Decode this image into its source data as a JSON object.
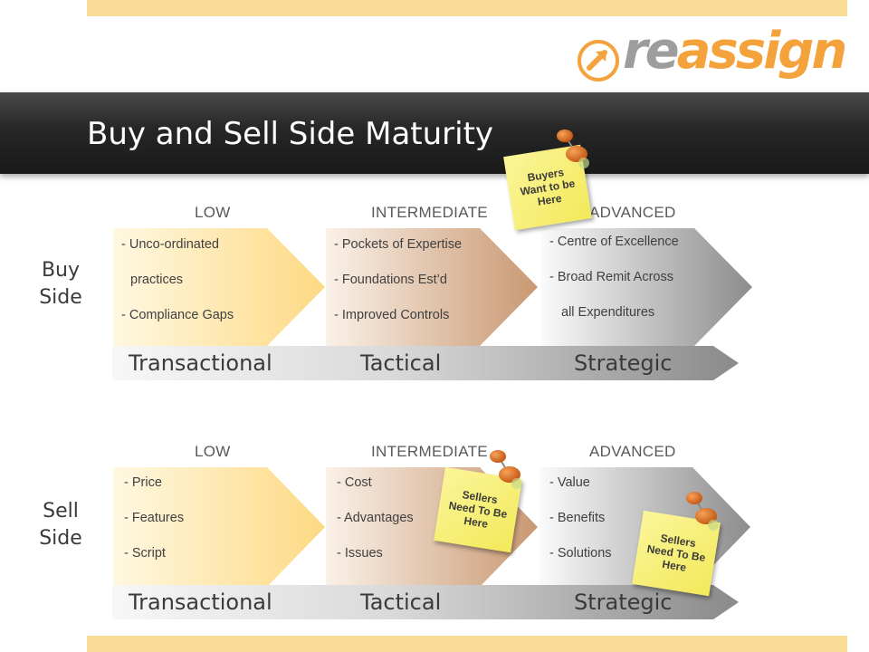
{
  "slide": {
    "title": "Buy and Sell Side Maturity"
  },
  "brand": {
    "logo_re": "re",
    "logo_rest": "assign",
    "accent": "#f4a23c",
    "grey": "#9d9d9d"
  },
  "buy_side": {
    "label_line1": "Buy",
    "label_line2": "Side",
    "levels": {
      "low": "LOW",
      "intermediate": "INTERMEDIATE",
      "advanced": "ADVANCED"
    },
    "low_items": [
      "- Unco-ordinated",
      "  practices",
      "- Compliance Gaps"
    ],
    "intermediate_items": [
      "- Pockets of Expertise",
      "- Foundations Est’d",
      "- Improved Controls"
    ],
    "advanced_items": [
      "- Centre of Excellence",
      "- Broad Remit Across",
      "  all Expenditures"
    ],
    "band": {
      "transactional": "Transactional",
      "tactical": "Tactical",
      "strategic": "Strategic"
    },
    "note": {
      "line1": "Buyers",
      "line2": "Want to be",
      "line3": "Here"
    }
  },
  "sell_side": {
    "label_line1": "Sell",
    "label_line2": "Side",
    "levels": {
      "low": "LOW",
      "intermediate": "INTERMEDIATE",
      "advanced": "ADVANCED"
    },
    "low_items": [
      "- Price",
      "- Features",
      "- Script"
    ],
    "intermediate_items": [
      "- Cost",
      "- Advantages",
      "- Issues"
    ],
    "advanced_items": [
      "- Value",
      "- Benefits",
      "- Solutions"
    ],
    "band": {
      "transactional": "Transactional",
      "tactical": "Tactical",
      "strategic": "Strategic"
    },
    "note_intermediate": {
      "line1": "Sellers",
      "line2": "Need To Be",
      "line3": "Here"
    },
    "note_advanced": {
      "line1": "Sellers",
      "line2": "Need To Be",
      "line3": "Here"
    }
  },
  "colors": {
    "band_accent": "#f9dc95",
    "title_bar": "#262626",
    "low_fill": "#fdd983",
    "intermediate_fill": "#c99872",
    "advanced_fill": "#8c8c8c",
    "note_fill": "#f6ee6e",
    "pin": "#d96a1e"
  }
}
